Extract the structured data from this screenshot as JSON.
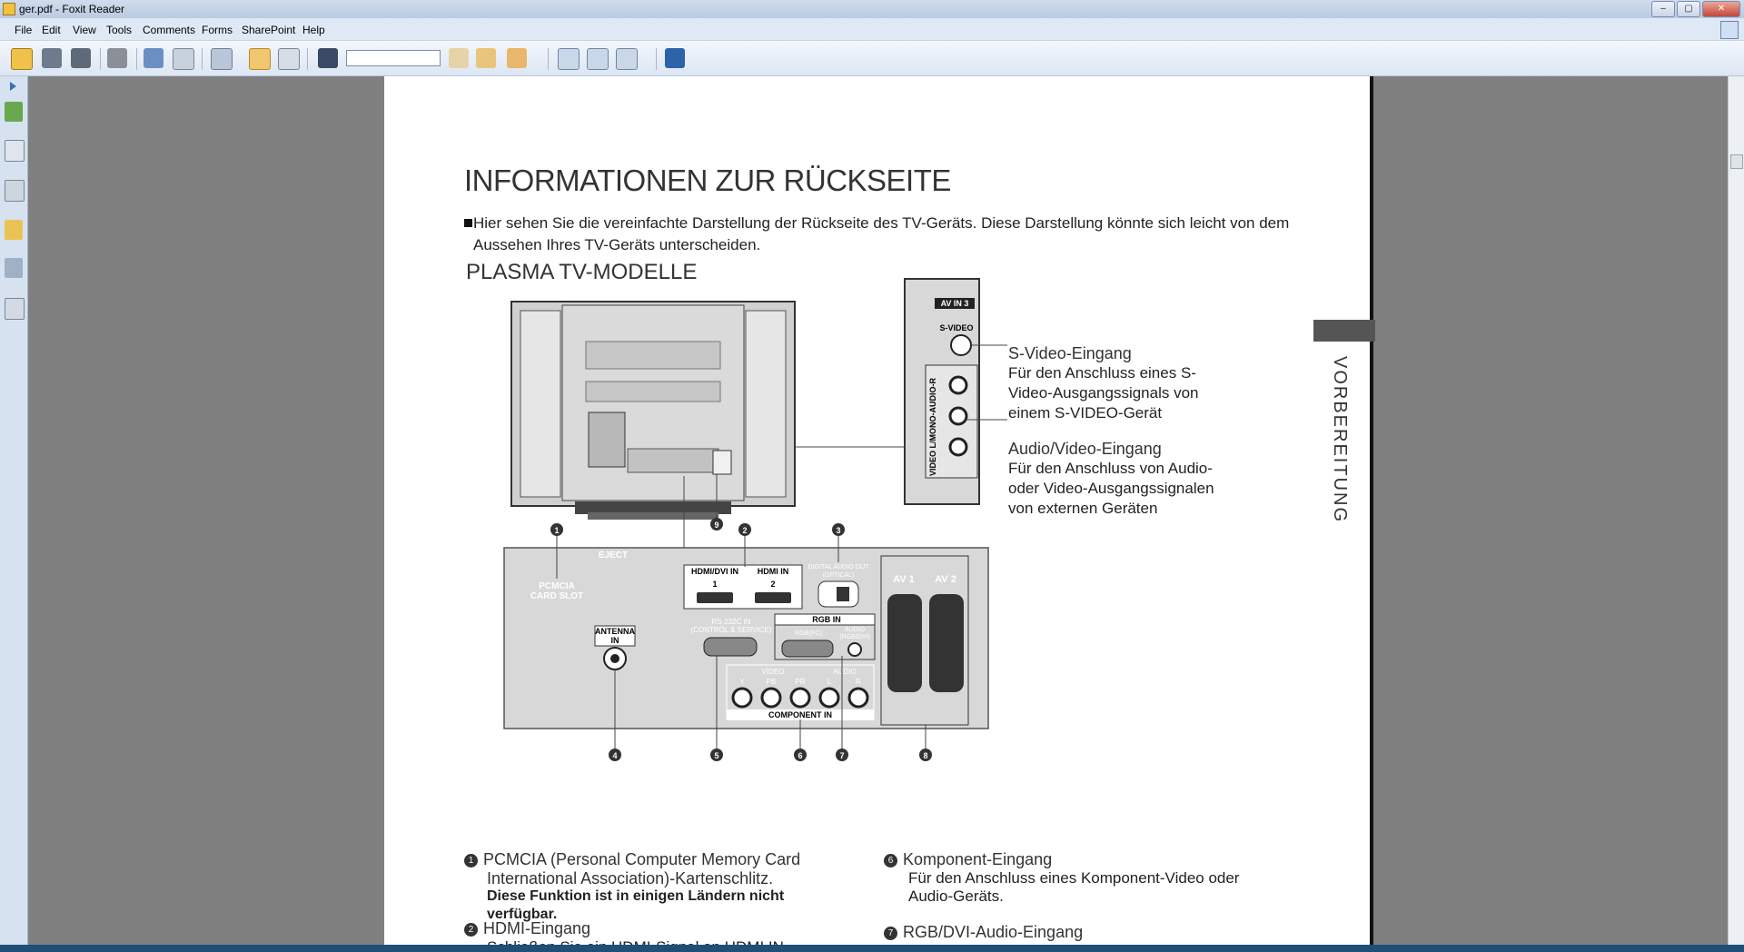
{
  "window": {
    "title": "ger.pdf - Foxit Reader",
    "minimize": "–",
    "maximize": "▢",
    "close": "✕"
  },
  "menu": [
    "File",
    "Edit",
    "View",
    "Tools",
    "Comments",
    "Forms",
    "SharePoint",
    "Help"
  ],
  "toolbar": {
    "find_placeholder": ""
  },
  "page": {
    "heading": "INFORMATIONEN ZUR RÜCKSEITE",
    "intro": "Hier sehen Sie die vereinfachte Darstellung der Rückseite des TV-Geräts. Diese Darstellung könnte sich leicht von dem Aussehen Ihres TV-Geräts unterscheiden.",
    "subheading": "PLASMA TV-MODELLE",
    "side_tab": "VORBEREITUNG",
    "side_panel": {
      "header": "AV IN 3",
      "svideo": "S-VIDEO",
      "vertical": "VIDEO L/MONO-AUDIO-R"
    },
    "callouts": [
      {
        "title": "S-Video-Eingang",
        "text": [
          "Für den Anschluss eines S-",
          "Video-Ausgangssignals von",
          "einem S-VIDEO-Gerät"
        ]
      },
      {
        "title": "Audio/Video-Eingang",
        "text": [
          "Für den Anschluss von Audio-",
          "oder Video-Ausgangssignalen",
          "von externen Geräten"
        ]
      }
    ],
    "panel": {
      "eject": "EJECT",
      "pcmcia": [
        "PCMCIA",
        "CARD SLOT"
      ],
      "hdmi_dvi": "HDMI/DVI IN",
      "hdmi": "HDMI IN",
      "hdmi_num1": "1",
      "hdmi_num2": "2",
      "digital_audio": [
        "DIGITAL AUDIO OUT",
        "(OPTICAL)"
      ],
      "av1": "AV 1",
      "av2": "AV 2",
      "antenna": [
        "ANTENNA",
        "IN"
      ],
      "rs232": [
        "RS-232C IN",
        "(CONTROL & SERVICE)"
      ],
      "rgb_in": "RGB IN",
      "rgb_pc": "RGB(PC)",
      "audio_rgb": [
        "AUDIO",
        "(RGB/DVI)"
      ],
      "component_labels": [
        "VIDEO",
        "AUDIO",
        "Y",
        "PB",
        "PR",
        "L",
        "R"
      ],
      "component_in": "COMPONENT IN"
    },
    "numbers": [
      "1",
      "2",
      "3",
      "4",
      "5",
      "6",
      "7",
      "8",
      "9"
    ],
    "legend": [
      {
        "num": "1",
        "title": "PCMCIA (Personal Computer Memory Card",
        "line2": "International Association)-Kartenschlitz.",
        "bold": "Diese Funktion ist in einigen Ländern nicht verfügbar."
      },
      {
        "num": "2",
        "title": "HDMI-Eingang",
        "line2": "Schließen Sie ein HDMI-Signal an HDMI IN"
      },
      {
        "num": "6",
        "title": "Komponent-Eingang",
        "line2": "Für den Anschluss eines Komponent-Video oder",
        "line3": "Audio-Geräts."
      },
      {
        "num": "7",
        "title": "RGB/DVI-Audio-Eingang"
      }
    ]
  },
  "colors": {
    "chrome": "#dfe9f5",
    "workspace": "#7f7f7f",
    "panel": "#d8d8d8",
    "ink": "#333333"
  }
}
